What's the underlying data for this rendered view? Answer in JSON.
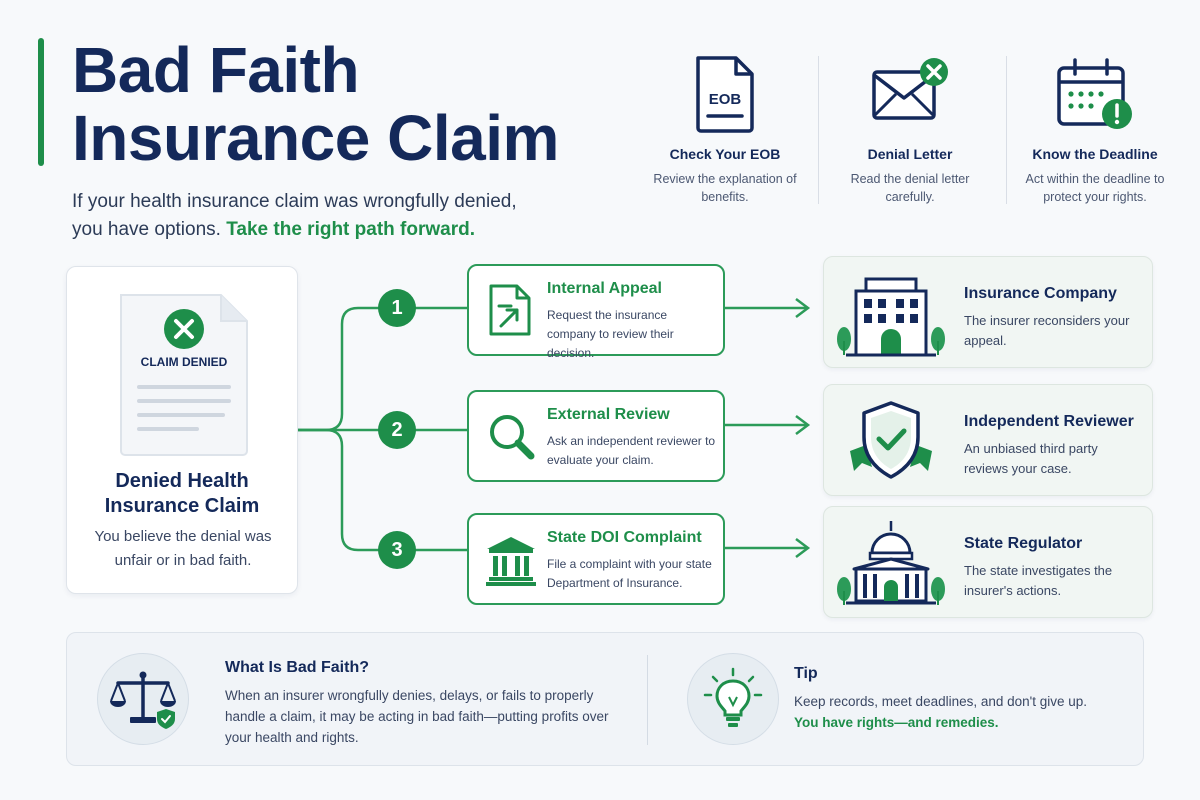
{
  "header": {
    "title_line1": "Bad Faith",
    "title_line2": "Insurance Claim",
    "subtitle_lead": "If your health insurance claim was wrongfully denied, you have options. ",
    "subtitle_highlight": "Take the right path forward."
  },
  "tips": [
    {
      "icon": "eob-document-icon",
      "icon_text": "EOB",
      "title": "Check Your EOB",
      "desc": "Review the explanation of benefits."
    },
    {
      "icon": "denial-letter-icon",
      "title": "Denial Letter",
      "desc": "Read the denial letter carefully."
    },
    {
      "icon": "deadline-calendar-icon",
      "title": "Know the Deadline",
      "desc": "Act within the deadline to protect your rights."
    }
  ],
  "start": {
    "badge": "CLAIM DENIED",
    "title": "Denied Health Insurance Claim",
    "desc": "You believe the denial was unfair or in bad faith."
  },
  "steps": [
    {
      "number": "1",
      "icon": "appeal-document-icon",
      "title": "Internal Appeal",
      "desc": "Request the insurance company to review their decision."
    },
    {
      "number": "2",
      "icon": "magnifier-icon",
      "title": "External Review",
      "desc": "Ask an independent reviewer to evaluate your claim."
    },
    {
      "number": "3",
      "icon": "government-building-icon",
      "title": "State DOI Complaint",
      "desc": "File a complaint with your state Department of Insurance."
    }
  ],
  "outcomes": [
    {
      "icon": "office-building-icon",
      "title": "Insurance Company",
      "desc": "The insurer reconsiders your appeal."
    },
    {
      "icon": "shield-check-icon",
      "title": "Independent Reviewer",
      "desc": "An unbiased third party reviews your case."
    },
    {
      "icon": "capitol-icon",
      "title": "State Regulator",
      "desc": "The state investigates the insurer's actions."
    }
  ],
  "bottom": {
    "what_title": "What Is Bad Faith?",
    "what_desc": "When an insurer wrongfully denies, delays, or fails to properly handle a claim, it may be acting in bad faith—putting profits over your health and rights.",
    "tip_title": "Tip",
    "tip_desc": "Keep records, meet deadlines, and don't give up.",
    "tip_highlight": "You have rights—and remedies."
  },
  "colors": {
    "navy": "#14295a",
    "green": "#1e8e4a",
    "red_accent": "#1e8e4a"
  }
}
